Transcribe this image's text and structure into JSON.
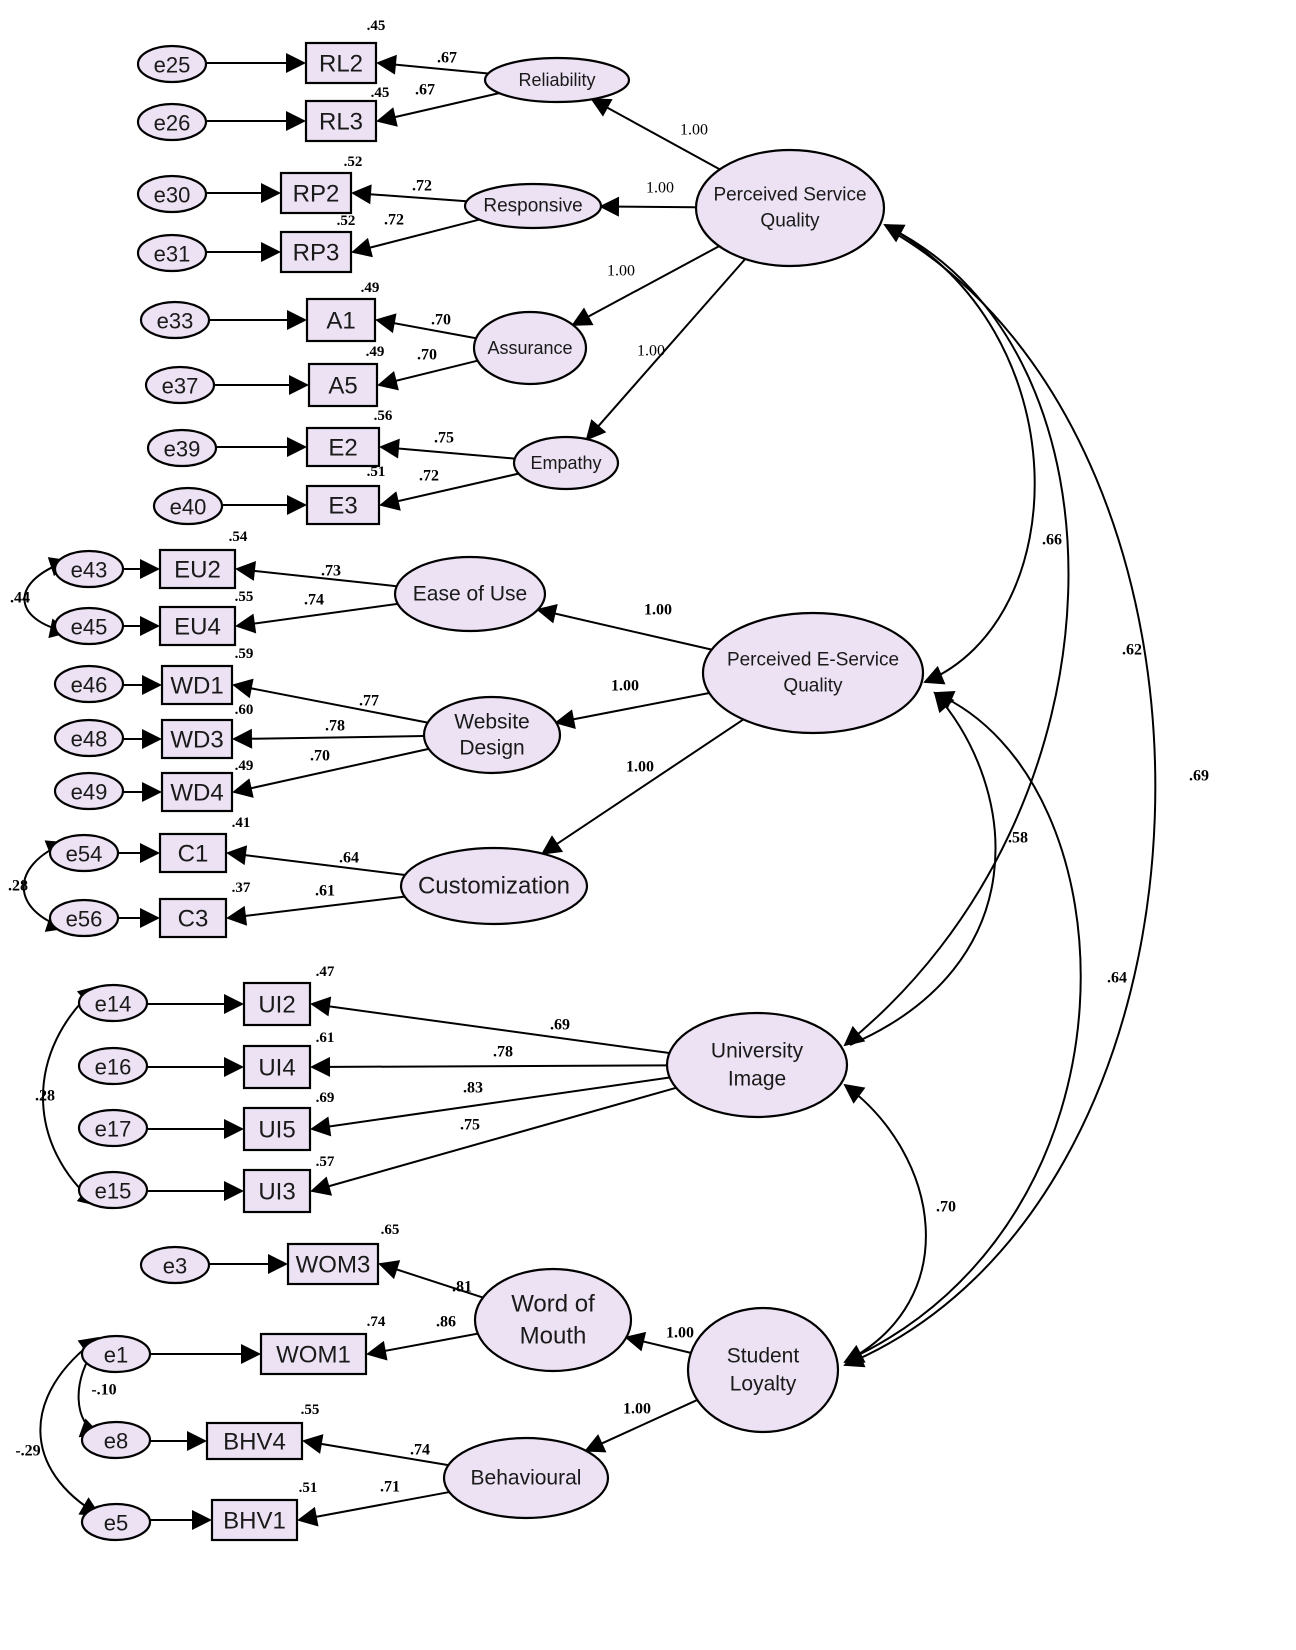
{
  "colors": {
    "node_fill": "#ece2f3",
    "stroke": "#000000",
    "background": "#ffffff"
  },
  "errors": [
    "e25",
    "e26",
    "e30",
    "e31",
    "e33",
    "e37",
    "e39",
    "e40",
    "e43",
    "e45",
    "e46",
    "e48",
    "e49",
    "e54",
    "e56",
    "e14",
    "e16",
    "e17",
    "e15",
    "e3",
    "e1",
    "e8",
    "e5"
  ],
  "indicators": [
    {
      "label": "RL2",
      "r2": ".45"
    },
    {
      "label": "RL3",
      "r2": ".45"
    },
    {
      "label": "RP2",
      "r2": ".52"
    },
    {
      "label": "RP3",
      "r2": ".52"
    },
    {
      "label": "A1",
      "r2": ".49"
    },
    {
      "label": "A5",
      "r2": ".49"
    },
    {
      "label": "E2",
      "r2": ".56"
    },
    {
      "label": "E3",
      "r2": ".51"
    },
    {
      "label": "EU2",
      "r2": ".54"
    },
    {
      "label": "EU4",
      "r2": ".55"
    },
    {
      "label": "WD1",
      "r2": ".59"
    },
    {
      "label": "WD3",
      "r2": ".60"
    },
    {
      "label": "WD4",
      "r2": ".49"
    },
    {
      "label": "C1",
      "r2": ".41"
    },
    {
      "label": "C3",
      "r2": ".37"
    },
    {
      "label": "UI2",
      "r2": ".47"
    },
    {
      "label": "UI4",
      "r2": ".61"
    },
    {
      "label": "UI5",
      "r2": ".69"
    },
    {
      "label": "UI3",
      "r2": ".57"
    },
    {
      "label": "WOM3",
      "r2": ".65"
    },
    {
      "label": "WOM1",
      "r2": ".74"
    },
    {
      "label": "BHV4",
      "r2": ".55"
    },
    {
      "label": "BHV1",
      "r2": ".51"
    }
  ],
  "latents": [
    {
      "lines": [
        "Reliability"
      ]
    },
    {
      "lines": [
        "Responsive"
      ]
    },
    {
      "lines": [
        "Assurance"
      ]
    },
    {
      "lines": [
        "Empathy"
      ]
    },
    {
      "lines": [
        "Ease of Use"
      ]
    },
    {
      "lines": [
        "Website",
        "Design"
      ]
    },
    {
      "lines": [
        "Customization"
      ]
    },
    {
      "lines": [
        "Perceived Service",
        "Quality"
      ]
    },
    {
      "lines": [
        "Perceived E-Service",
        "Quality"
      ]
    },
    {
      "lines": [
        "University",
        "Image"
      ]
    },
    {
      "lines": [
        "Word of",
        "Mouth"
      ]
    },
    {
      "lines": [
        "Behavioural"
      ]
    },
    {
      "lines": [
        "Student",
        "Loyalty"
      ]
    }
  ],
  "loadings": [
    ".67",
    ".67",
    ".72",
    ".72",
    ".70",
    ".70",
    ".75",
    ".72",
    ".73",
    ".74",
    ".77",
    ".78",
    ".70",
    ".64",
    ".61",
    ".69",
    ".78",
    ".83",
    ".75",
    ".81",
    ".86",
    ".74",
    ".71"
  ],
  "second_order": [
    "1.00",
    "1.00",
    "1.00",
    "1.00",
    "1.00",
    "1.00",
    "1.00",
    "1.00",
    "1.00"
  ],
  "correlations": [
    ".66",
    ".62",
    ".69",
    ".58",
    ".64",
    ".70"
  ],
  "error_covariances": [
    ".44",
    ".28",
    ".28",
    "-.10",
    "-.29"
  ]
}
